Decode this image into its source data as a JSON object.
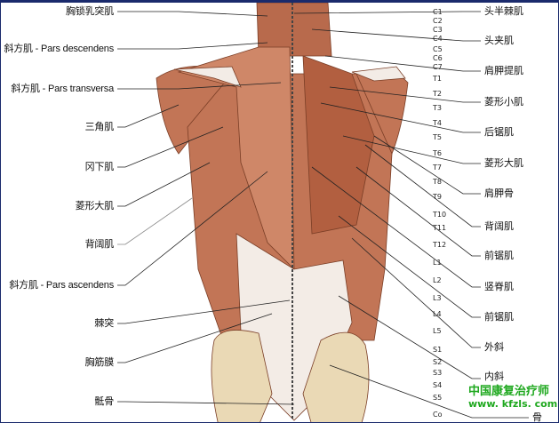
{
  "left_labels": [
    "胸锁乳突肌",
    "斜方肌 - Pars descendens",
    "斜方肌 - Pars transversa",
    "三角肌",
    "冈下肌",
    "菱形大肌",
    "背阔肌",
    "斜方肌 - Pars ascendens",
    "棘突",
    "胸筋膜",
    "骶骨"
  ],
  "right_labels": [
    "头半棘肌",
    "头夹肌",
    "肩胛提肌",
    "菱形小肌",
    "后锯肌",
    "菱形大肌",
    "肩胛骨",
    "背阔肌",
    "前锯肌",
    "竖脊肌",
    "前锯肌",
    "外斜",
    "内斜",
    "骨"
  ],
  "vertebrae": [
    "C1",
    "C2",
    "C3",
    "C4",
    "C5",
    "C6",
    "C7",
    "T1",
    "T2",
    "T3",
    "T4",
    "T5",
    "T6",
    "T7",
    "T8",
    "T9",
    "T10",
    "T11",
    "T12",
    "L1",
    "L2",
    "L3",
    "L4",
    "L5",
    "S1",
    "S2",
    "S3",
    "S4",
    "S5",
    "Co"
  ],
  "watermark": {
    "cn": "中国康复治疗师",
    "url": "www. kfzls. com"
  },
  "colors": {
    "muscle": "#c27556",
    "muscle_dark": "#8a4a30",
    "tendon": "#f3ece6",
    "bone": "#ead9b5",
    "frame": "#1a2a6c",
    "watermark": "#1ea81e"
  }
}
